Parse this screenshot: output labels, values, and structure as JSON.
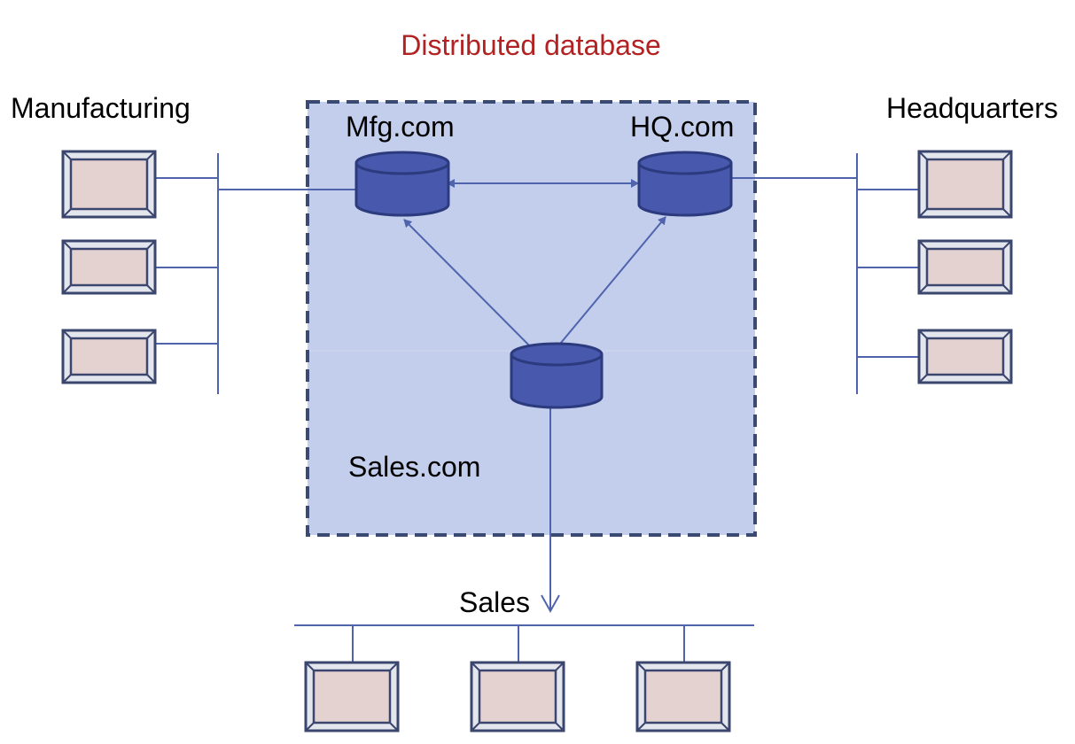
{
  "title": "Distributed database",
  "sites": {
    "manufacturing": "Manufacturing",
    "headquarters": "Headquarters",
    "sales": "Sales"
  },
  "databases": {
    "mfg": "Mfg.com",
    "hq": "HQ.com",
    "sales": "Sales.com"
  },
  "colors": {
    "title": "#b22222",
    "region_fill": "#c3cdec",
    "region_border": "#3a4a73",
    "cylinder_fill": "#4859ad",
    "cylinder_stroke": "#2c3a7e",
    "line": "#4f64ad",
    "terminal_frame": "#3b466f",
    "terminal_screen": "#e4d2d0"
  },
  "icons": {
    "database": "database-cylinder-icon",
    "workstation": "computer-terminal-icon"
  }
}
